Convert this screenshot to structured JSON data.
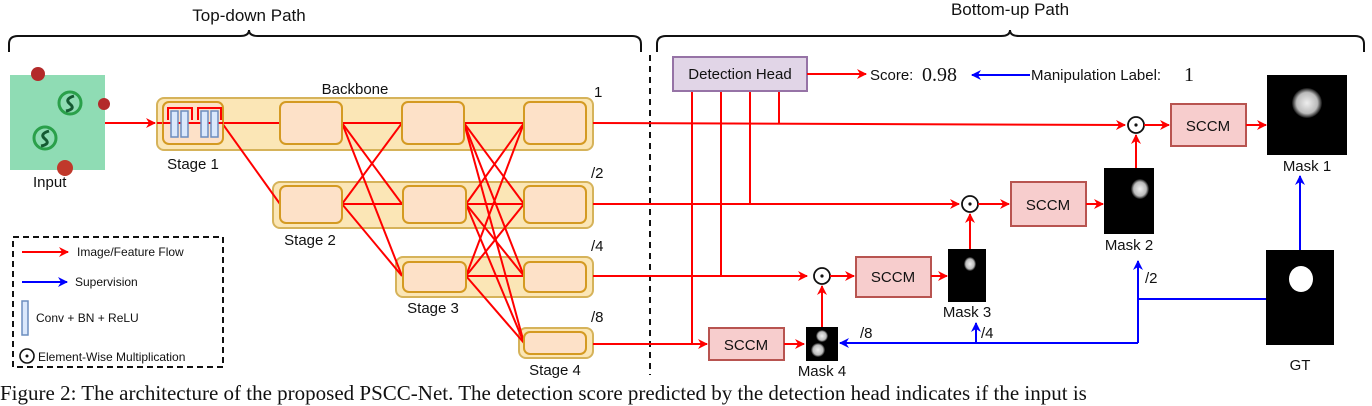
{
  "figure": {
    "top_down_label": "Top-down Path",
    "bottom_up_label": "Bottom-up Path",
    "input_label": "Input",
    "backbone_label": "Backbone",
    "stages": [
      "Stage 1",
      "Stage 2",
      "Stage 3",
      "Stage 4"
    ],
    "scales": [
      "1",
      "/2",
      "/4",
      "/8"
    ],
    "detection_head_label": "Detection Head",
    "score_label": "Score:",
    "score_value": "0.98",
    "manipulation_label": "Manipulation Label:",
    "manipulation_value": "1",
    "sccm_label": "SCCM",
    "masks": [
      "Mask 1",
      "Mask 2",
      "Mask 3",
      "Mask 4"
    ],
    "gt_label": "GT",
    "supervision_scales": [
      "/2",
      "/4",
      "/8"
    ],
    "legend": {
      "items": [
        {
          "label": "Image/Feature Flow",
          "icon": "red-arrow"
        },
        {
          "label": "Supervision",
          "icon": "blue-arrow"
        },
        {
          "label": "Conv + BN + ReLU",
          "icon": "conv-block"
        },
        {
          "label": "Element-Wise Multiplication",
          "icon": "odot"
        }
      ]
    },
    "colors": {
      "flow": "#ff0000",
      "supervision": "#0000ff",
      "backbone_fill": "#fbe6b6",
      "backbone_stroke": "#d6b35a",
      "block_fill": "#fde1c8",
      "block_stroke": "#d49a22",
      "sccm_fill": "#f7cdcd",
      "sccm_stroke": "#b85450",
      "head_fill": "#e1d5e7",
      "head_stroke": "#9673a6",
      "conv_fill": "#dae8fc",
      "conv_stroke": "#6c8ebf",
      "input_bg": "#8fdcb4"
    }
  },
  "caption": {
    "text": "Figure 2: The architecture of the proposed PSCC-Net. The detection score predicted by the detection head indicates if the input is"
  }
}
